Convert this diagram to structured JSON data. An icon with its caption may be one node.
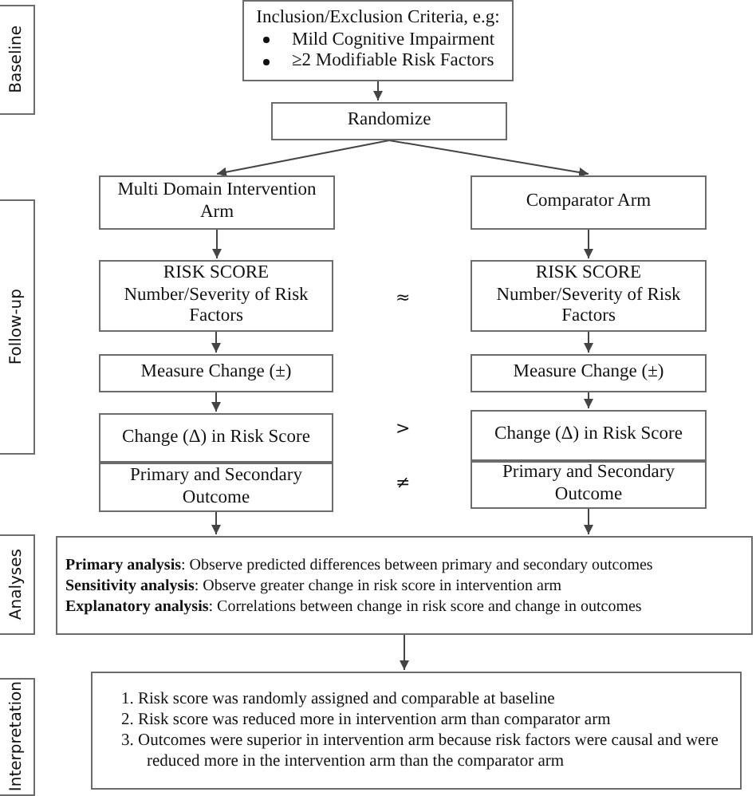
{
  "diagram": {
    "nodes": [
      {
        "text": [
          "Baseline"
        ]
      },
      {
        "text": [
          "Follow-up"
        ]
      },
      {
        "text": [
          "Analyses"
        ]
      },
      {
        "text": [
          "Interpretation"
        ]
      },
      {
        "text": [
          "Inclusion/Exclusion Criteria, e.g:",
          "Mild Cognitive Impairment",
          "≥2 Modifiable Risk Factors"
        ]
      },
      {
        "text": [
          "Randomize"
        ]
      },
      {
        "text": [
          "Multi Domain Intervention Arm"
        ]
      },
      {
        "text": [
          "Comparator Arm"
        ]
      },
      {
        "text": [
          "RISK SCORE",
          "Number/Severity of Risk Factors"
        ]
      },
      {
        "text": [
          "RISK SCORE",
          "Number/Severity of Risk Factors"
        ]
      },
      {
        "text": [
          "Measure Change (±)"
        ]
      },
      {
        "text": [
          "Measure Change (±)"
        ]
      },
      {
        "text": [
          "Change (Δ) in Risk Score"
        ]
      },
      {
        "text": [
          "Primary and Secondary Outcome"
        ]
      },
      {
        "text": [
          "Change (Δ) in Risk Score"
        ]
      },
      {
        "text": [
          "Primary and Secondary Outcome"
        ]
      },
      {
        "text": [
          "**Primary analysis**: Observe predicted differences between primary and secondary outcomes",
          "**Sensitivity analysis**: Observe greater change in risk score in intervention arm",
          "**Explanatory analysis**: Correlations between change in risk score and change in outcomes"
        ]
      },
      {
        "text": [
          "1. Risk score was randomly assigned and comparable at baseline",
          "2. Risk score was reduced more in intervention arm than comparator arm",
          "3. Outcomes were superior in intervention arm because risk factors were causal and were reduced more in the intervention arm than the comparator arm"
        ]
      }
    ],
    "edges": [
      {
        "from": 4,
        "to": 5,
        "arrow": "to"
      },
      {
        "from": 5,
        "to": 6,
        "arrow": "to"
      },
      {
        "from": 5,
        "to": 7,
        "arrow": "to"
      },
      {
        "from": 6,
        "to": 8,
        "arrow": "to"
      },
      {
        "from": 7,
        "to": 9,
        "arrow": "to"
      },
      {
        "from": 8,
        "to": 10,
        "arrow": "to"
      },
      {
        "from": 9,
        "to": 11,
        "arrow": "to"
      },
      {
        "from": 10,
        "to": 12,
        "arrow": "to"
      },
      {
        "from": 11,
        "to": 14,
        "arrow": "to"
      },
      {
        "from": 13,
        "to": 16,
        "arrow": "to"
      },
      {
        "from": 15,
        "to": 16,
        "arrow": "to"
      },
      {
        "from": 16,
        "to": 17,
        "arrow": "to"
      }
    ],
    "labels": [
      "≈",
      ">",
      "≠"
    ]
  }
}
